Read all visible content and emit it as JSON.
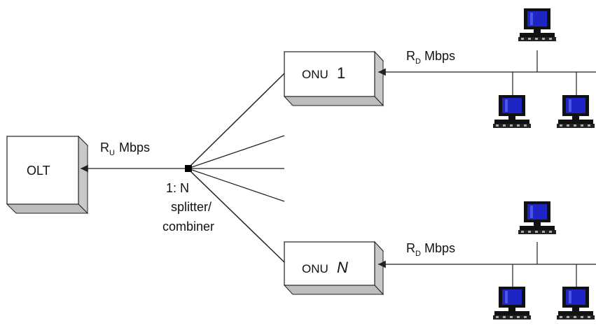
{
  "olt": {
    "label": "OLT"
  },
  "upstream": {
    "label_main": "R",
    "label_sub": "U",
    "label_unit": "Mbps"
  },
  "splitter": {
    "ratio": "1: N",
    "line2": "splitter/",
    "line3": "combiner"
  },
  "onu_top": {
    "label_prefix": "ONU",
    "label_num": "1"
  },
  "onu_bottom": {
    "label_prefix": "ONU",
    "label_num": "N"
  },
  "downstream_top": {
    "label_main": "R",
    "label_sub": "D",
    "label_unit": "Mbps"
  },
  "downstream_bottom": {
    "label_main": "R",
    "label_sub": "D",
    "label_unit": "Mbps"
  },
  "colors": {
    "box_face": "#ffffff",
    "box_side": "#c8c8c8",
    "box_top": "#e6e6e6",
    "monitor_screen": "#1d26c4",
    "monitor_frame": "#111111",
    "line": "#222222"
  }
}
